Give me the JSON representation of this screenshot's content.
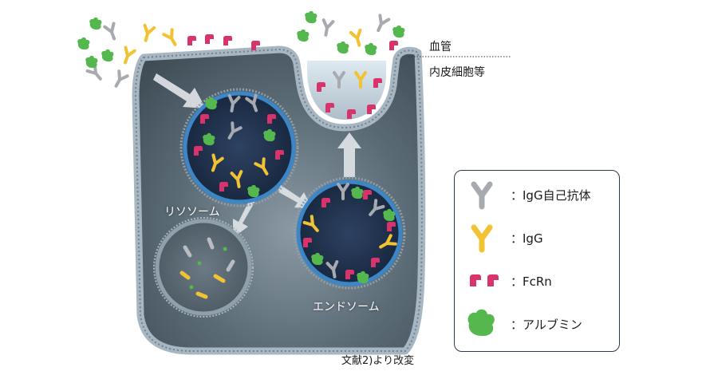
{
  "labels": {
    "blood_vessel": "血管",
    "endothelial_cells": "内皮細胞等",
    "lysosome": "リソソーム",
    "endosome": "エンドソーム",
    "source_note": "文献2)より改変"
  },
  "legend": {
    "items": [
      {
        "label": "：IgG自己抗体",
        "icon": "igg-autoantibody-icon"
      },
      {
        "label": "：IgG",
        "icon": "igg-icon"
      },
      {
        "label": "：FcRn",
        "icon": "fcrn-icon"
      },
      {
        "label": "：アルブミン",
        "icon": "albumin-icon"
      }
    ]
  },
  "colors": {
    "cell_interior": "#4e5d68",
    "membrane": "#9fb0bb",
    "vesicle_fill": "#1f2f4a",
    "vesicle_ring": "#3d86c6",
    "arrow": "#d8dde2",
    "autoantibody": "#a7abb0",
    "igg": "#f1c232",
    "fcrn": "#d8336b",
    "albumin": "#55b84e"
  }
}
